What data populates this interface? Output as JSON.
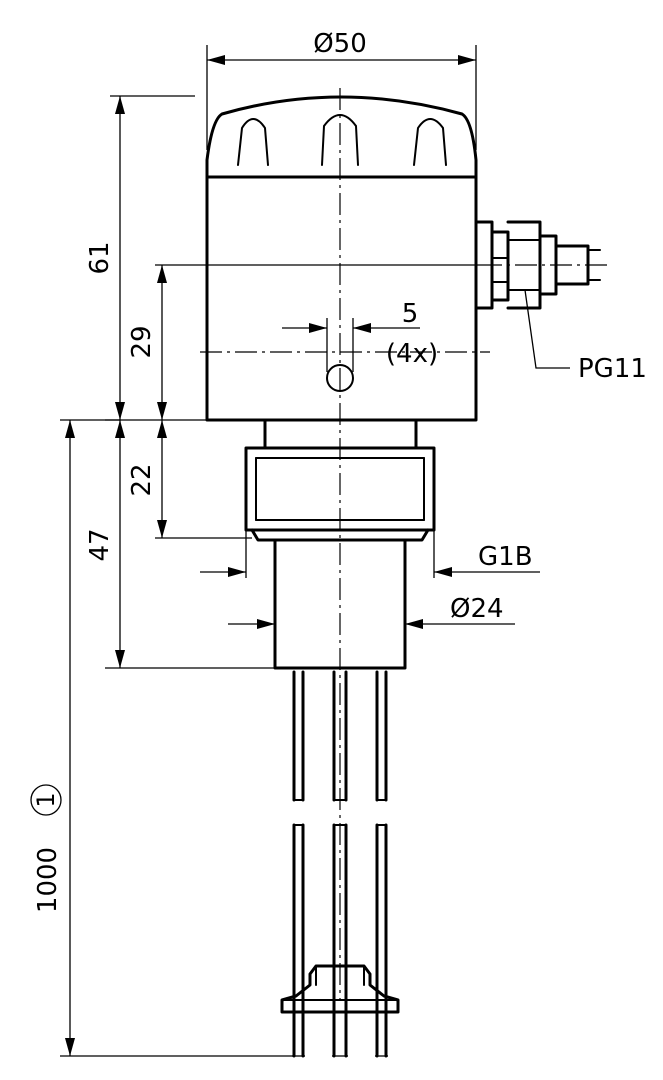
{
  "dimensions": {
    "housing_diameter": "Ø50",
    "housing_height": "61",
    "offset_29": "29",
    "hole_size": "5",
    "hole_count": "(4x)",
    "cable_gland": "PG11",
    "thread_height": "22",
    "thread": "G1B",
    "neck_length": "47",
    "tube_diameter": "Ø24",
    "probe_length": "1000",
    "note_marker": "1"
  }
}
